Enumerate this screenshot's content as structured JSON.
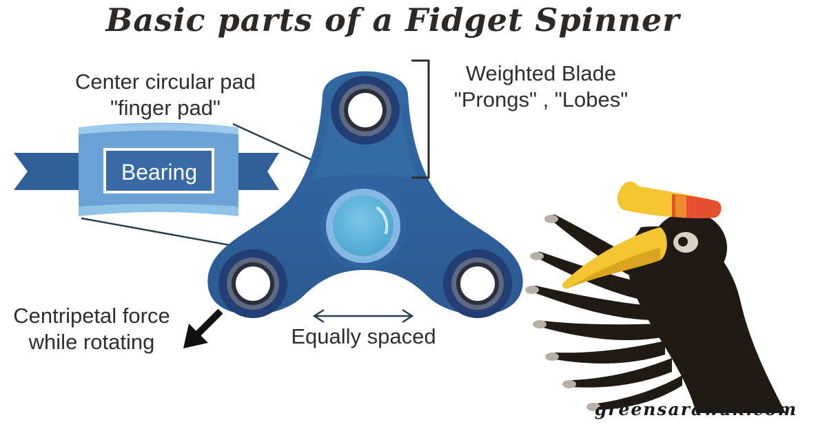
{
  "title": "Basic parts of a Fidget Spinner",
  "labels": {
    "center_pad_line1": "Center circular pad",
    "center_pad_line2": "\"finger pad\"",
    "bearing": "Bearing",
    "weighted_line1": "Weighted Blade",
    "weighted_line2": "\"Prongs\" , \"Lobes\"",
    "centripetal_line1": "Centripetal force",
    "centripetal_line2": "while rotating",
    "equally_spaced": "Equally spaced"
  },
  "watermark": "greensarawak.com",
  "colors": {
    "spinner_body": "#2f5f96",
    "spinner_dark": "#213c73",
    "bearing_light": "#6ea3d8",
    "center_pad": "#64b8de",
    "hornbill_beak": "#f4c531",
    "hornbill_casque_red": "#e5512f",
    "text": "#2e2e2e"
  }
}
